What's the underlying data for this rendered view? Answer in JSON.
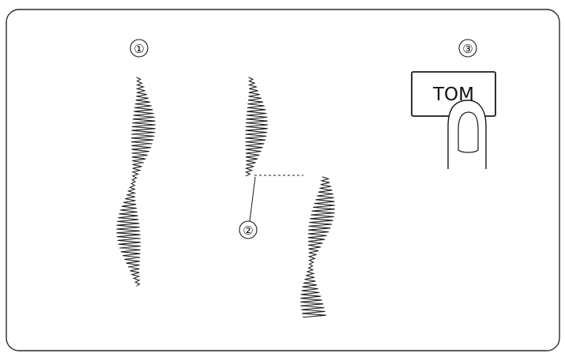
{
  "callouts": {
    "one": "①",
    "two": "②",
    "three": "③"
  },
  "button": {
    "label": "TOM"
  },
  "colors": {
    "ink": "#1a1a1a",
    "background": "#ffffff"
  },
  "icons": {
    "finger": "finger-pressing-icon"
  }
}
